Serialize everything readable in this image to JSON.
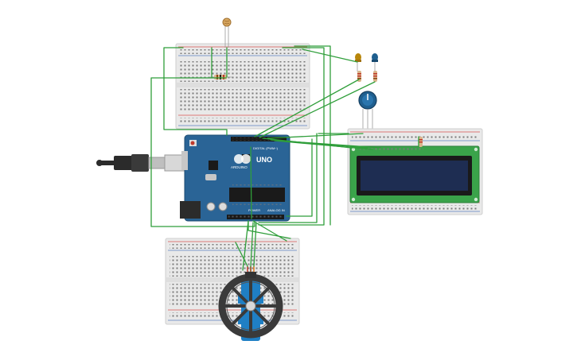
{
  "colors": {
    "breadboard": "#e6e6e6",
    "rail_red": "#d9534f",
    "rail_blue": "#5b7fbf",
    "arduino": "#2a6496",
    "wire": "#2f9e3a",
    "lcd_pcb": "#3aa34a",
    "lcd_screen": "#1e2d52",
    "servo_body": "#1f7fc4",
    "wheel": "#3a3a3a",
    "led_yellow": "#b8860b",
    "led_blue": "#1f5f8f"
  },
  "arduino": {
    "brand": "ARDUINO",
    "model": "UNO",
    "digital_label": "DIGITAL (PWM~)",
    "analog_label": "ANALOG IN",
    "power_label": "POWER"
  },
  "components": {
    "photoresistor": "photoresistor-icon",
    "potentiometer": "potentiometer-icon",
    "usb_cable": "usb-cable-icon",
    "servo": "servo-icon",
    "lcd": "lcd-16x2-icon"
  }
}
